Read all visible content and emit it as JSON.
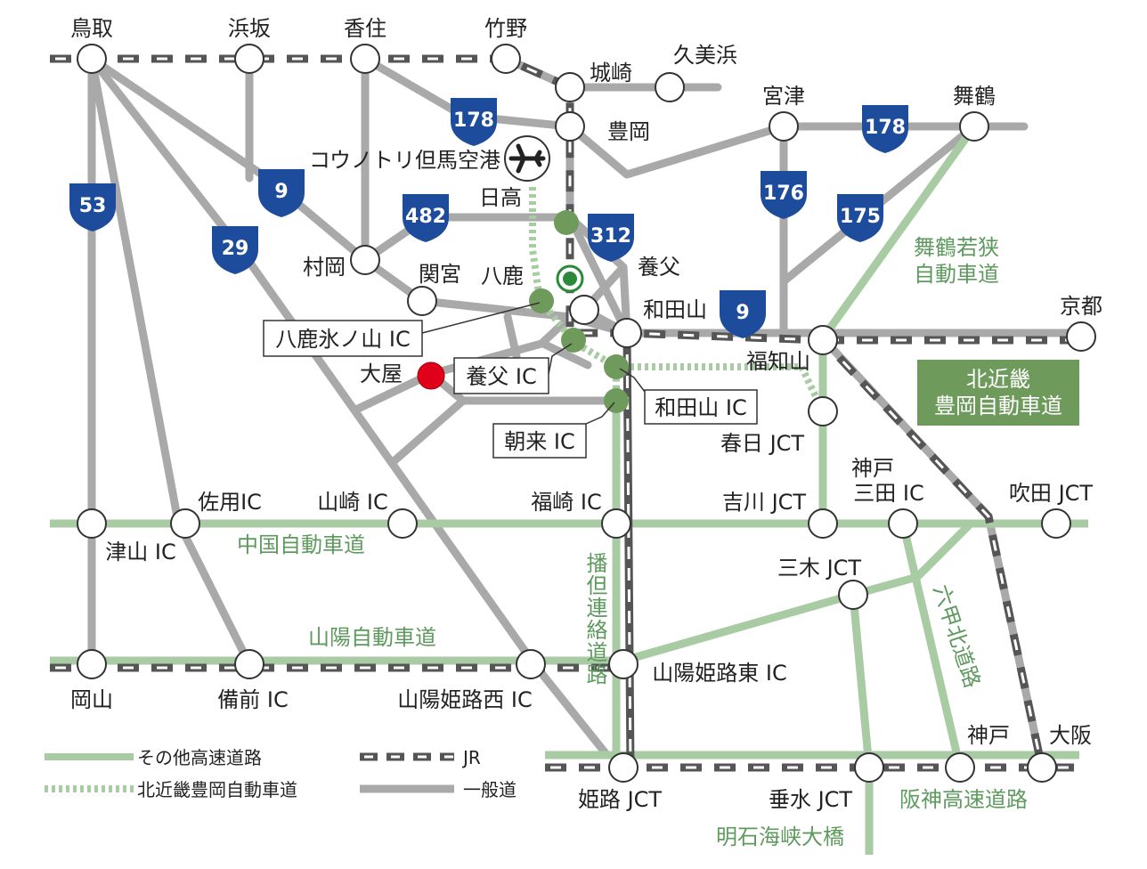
{
  "stations": {
    "tottori": "鳥取",
    "hamasaka": "浜坂",
    "kasumi": "香住",
    "takeno": "竹野",
    "kinosaki": "城崎",
    "kumihama": "久美浜",
    "toyooka": "豊岡",
    "miyazu": "宮津",
    "maizuru": "舞鶴",
    "airport": "コウノトリ但馬空港",
    "hidaka": "日高",
    "muraoka": "村岡",
    "sekinomiya": "関宮",
    "yoka": "八鹿",
    "yabu": "養父",
    "wadayama": "和田山",
    "kyoto": "京都",
    "fukuchiyama": "福知山",
    "oya": "大屋",
    "kasuga_jct": "春日 JCT",
    "kobe_sanda_1": "神戸",
    "kobe_sanda_2": "三田 IC",
    "suita_jct": "吹田 JCT",
    "sayo_ic": "佐用IC",
    "yamasaki_ic": "山崎 IC",
    "fukusaki_ic": "福崎 IC",
    "yokawa_jct": "吉川 JCT",
    "tsuyama_ic": "津山 IC",
    "miki_jct": "三木 JCT",
    "okayama": "岡山",
    "bizen_ic": "備前 IC",
    "himeji_nishi_ic": "山陽姫路西 IC",
    "himeji_higashi_ic": "山陽姫路東 IC",
    "kobe": "神戸",
    "osaka": "大阪",
    "himeji_jct": "姫路 JCT",
    "tarumi_jct": "垂水 JCT"
  },
  "ic_boxes": {
    "yoka_hyonosen": "八鹿氷ノ山 IC",
    "yabu_ic": "養父 IC",
    "wadayama_ic": "和田山 IC",
    "asago_ic": "朝来 IC"
  },
  "highway_labels": {
    "chugoku": "中国自動車道",
    "sanyo": "山陽自動車道",
    "maizuru_wakasa_1": "舞鶴若狭",
    "maizuru_wakasa_2": "自動車道",
    "rokko_kita": "六甲北道路",
    "bantan": "播但連絡道路",
    "hanshin": "阪神高速道路",
    "akashi": "明石海峡大橋"
  },
  "kitakinki_box": {
    "line1": "北近畿",
    "line2": "豊岡自動車道"
  },
  "route_shields": [
    "53",
    "9",
    "29",
    "178",
    "482",
    "312",
    "176",
    "175",
    "178",
    "9"
  ],
  "legend": {
    "other_expressway": "その他高速道路",
    "kitakinki": "北近畿豊岡自動車道",
    "jr": "JR",
    "general_road": "一般道"
  },
  "colors": {
    "road_gray": "#a9a9a9",
    "expressway_green": "#a9cba4",
    "kitakinki_green": "#6e9a5c",
    "shield_blue": "#1e4c9c",
    "jr_dark": "#555555",
    "destination_red": "#e0001a",
    "label_green": "#5e9a5e"
  }
}
